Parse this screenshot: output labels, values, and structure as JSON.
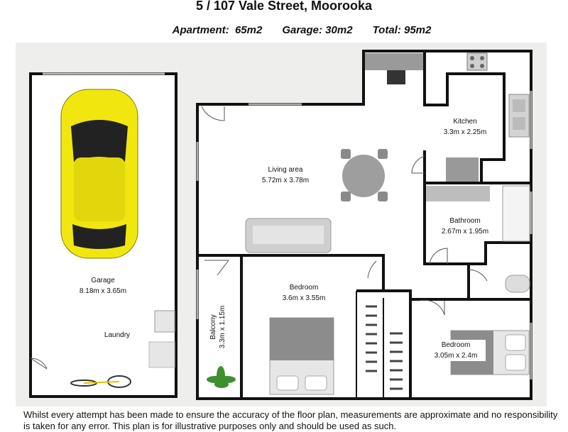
{
  "title": "5 / 107 Vale Street, Moorooka",
  "summary": {
    "apartment": "Apartment:  65m2",
    "garage": "Garage: 30m2",
    "total": "Total: 95m2"
  },
  "rooms": {
    "garage": {
      "name": "Garage",
      "size": "8.18m x 3.65m"
    },
    "laundry": {
      "name": "Laundry"
    },
    "living": {
      "name": "Living area",
      "size": "5.72m x 3.78m"
    },
    "kitchen": {
      "name": "Kitchen",
      "size": "3.3m x 2.25m"
    },
    "bathroom": {
      "name": "Bathroom",
      "size": "2.67m x 1.95m"
    },
    "bedroom1": {
      "name": "Bedroom",
      "size": "3.6m x 3.55m"
    },
    "bedroom2": {
      "name": "Bedroom",
      "size": "3.05m x 2.4m"
    },
    "balcony": {
      "name": "Balcony",
      "size": "3.3m x 1.15m"
    }
  },
  "disclaimer": "Whilst every attempt has been made to ensure the accuracy of the floor plan, measurements are approximate and no responsibility is taken for any error. This plan is for illustrative purposes only and should be used as such."
}
